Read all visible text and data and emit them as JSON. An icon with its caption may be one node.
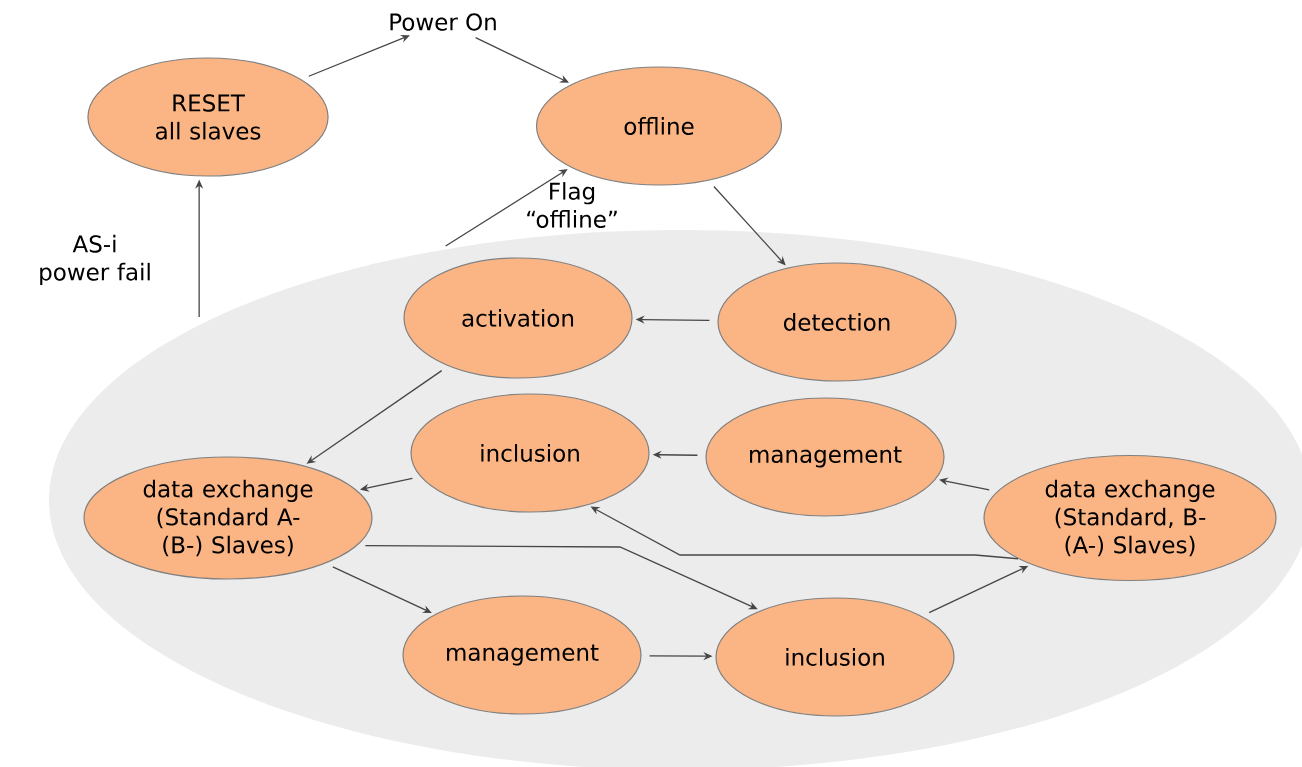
{
  "diagram": {
    "nodes": [
      {
        "text": [
          "Power On"
        ]
      },
      {
        "text": [
          "RESET all slaves"
        ]
      },
      {
        "text": [
          "offline"
        ]
      },
      {
        "text": [],
        "shape": "ellipse"
      },
      {
        "text": [
          "activation"
        ],
        "in": 3
      },
      {
        "text": [
          "detection"
        ],
        "in": 3
      },
      {
        "text": [
          "inclusion"
        ],
        "in": 3
      },
      {
        "text": [
          "management"
        ],
        "in": 3
      },
      {
        "text": [
          "data exchange (Standard A- (B-) Slaves)"
        ],
        "in": 3
      },
      {
        "text": [
          "data exchange (Standard, B- (A-) Slaves)"
        ],
        "in": 3
      },
      {
        "text": [
          "management"
        ],
        "in": 3
      },
      {
        "text": [
          "inclusion"
        ],
        "in": 3
      }
    ],
    "edges": [
      {
        "from": 1,
        "to": 0,
        "arrow": "to"
      },
      {
        "from": 0,
        "to": 2,
        "arrow": "to"
      },
      {
        "from": 2,
        "to": 5,
        "arrow": "to"
      },
      {
        "from": 3,
        "to": 2,
        "arrow": "to",
        "label": "Flag “offline”"
      },
      {
        "from": 3,
        "to": 1,
        "arrow": "to",
        "label": "AS-i power fail"
      },
      {
        "from": 5,
        "to": 4,
        "arrow": "to"
      },
      {
        "from": 4,
        "to": 8,
        "arrow": "to"
      },
      {
        "from": 7,
        "to": 6,
        "arrow": "to"
      },
      {
        "from": 6,
        "to": 8,
        "arrow": "to"
      },
      {
        "from": 9,
        "to": 7,
        "arrow": "to"
      },
      {
        "from": 9,
        "to": 6,
        "arrow": "to"
      },
      {
        "from": 8,
        "to": 10,
        "arrow": "to"
      },
      {
        "from": 8,
        "to": 11,
        "arrow": "to"
      },
      {
        "from": 10,
        "to": 11,
        "arrow": "to"
      },
      {
        "from": 11,
        "to": 9,
        "arrow": "to"
      }
    ]
  }
}
